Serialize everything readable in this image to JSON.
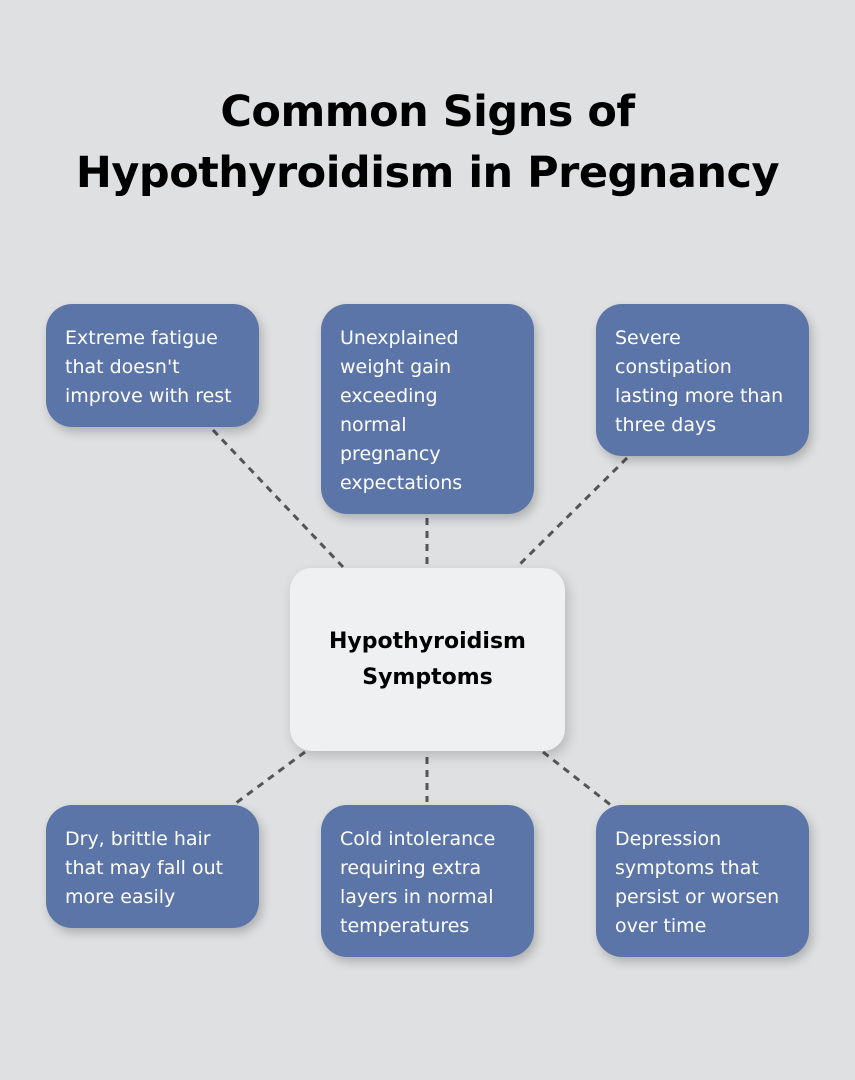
{
  "title": {
    "line1": "Common Signs of",
    "line2": "Hypothyroidism in Pregnancy"
  },
  "center": {
    "line1": "Hypothyroidism",
    "line2": "Symptoms"
  },
  "colors": {
    "background": "#dfe0e1",
    "node_fill": "#5c75a8",
    "center_fill": "#eff0f2",
    "connector": "#555555"
  },
  "nodes": [
    {
      "position": "top-left",
      "lines": [
        "Extreme fatigue",
        "that doesn't",
        "improve with rest"
      ]
    },
    {
      "position": "top-center",
      "lines": [
        "Unexplained",
        "weight gain",
        "exceeding",
        "normal",
        "pregnancy",
        "expectations"
      ]
    },
    {
      "position": "top-right",
      "lines": [
        "Severe",
        "constipation",
        "lasting more than",
        "three days"
      ]
    },
    {
      "position": "bottom-left",
      "lines": [
        "Dry, brittle hair",
        "that may fall out",
        "more easily"
      ]
    },
    {
      "position": "bottom-center",
      "lines": [
        "Cold intolerance",
        "requiring extra",
        "layers in normal",
        "temperatures"
      ]
    },
    {
      "position": "bottom-right",
      "lines": [
        "Depression",
        "symptoms that",
        "persist or worsen",
        "over time"
      ]
    }
  ]
}
